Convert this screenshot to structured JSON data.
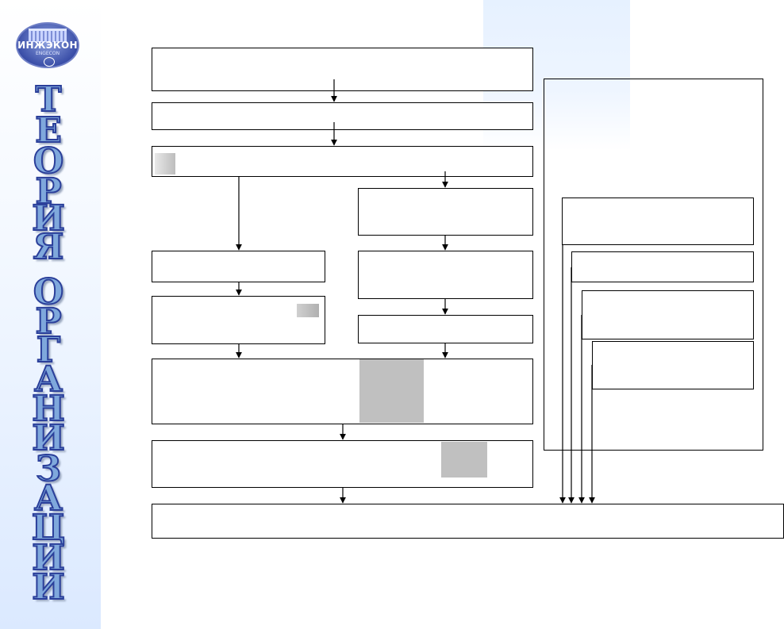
{
  "logo": {
    "name": "ИНЖЭКОН",
    "subtitle": "ENGECON"
  },
  "sidebar_title": {
    "word1": [
      "Т",
      "Е",
      "О",
      "Р",
      "И",
      "Я"
    ],
    "word2": [
      "О",
      "Р",
      "Г",
      "А",
      "Н",
      "И",
      "З",
      "А",
      "Ц",
      "И",
      "И"
    ]
  }
}
